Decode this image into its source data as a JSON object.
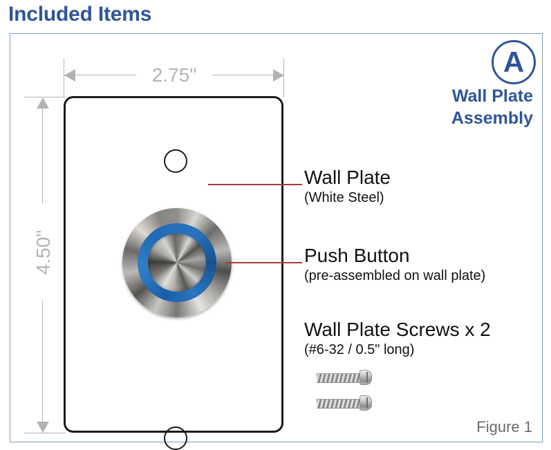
{
  "page": {
    "title": "Included Items"
  },
  "figure": {
    "caption": "Figure 1",
    "badge": {
      "letter": "A",
      "label_line1": "Wall Plate",
      "label_line2": "Assembly"
    },
    "dimensions": {
      "width_label": "2.75\"",
      "height_label": "4.50\""
    },
    "callouts": [
      {
        "name": "wall-plate",
        "main": "Wall Plate",
        "sub": "(White Steel)"
      },
      {
        "name": "push-button",
        "main": "Push Button",
        "sub": "(pre-assembled on wall plate)"
      },
      {
        "name": "wall-plate-screws",
        "main": "Wall Plate Screws x 2",
        "sub": "(#6-32 / 0.5\" long)"
      }
    ],
    "parts": {
      "wall_plate": "wall-plate-outline",
      "mount_hole_top": "mounting-hole",
      "mount_hole_bottom": "mounting-hole",
      "push_button": "illuminated-push-button",
      "screws_count": 2
    }
  },
  "colors": {
    "title_blue": "#2f5597",
    "badge_blue": "#2f5597",
    "dimension_gray": "#b3b3b3",
    "leader_red": "#a83a3a",
    "led_blue": "#1f6bb4",
    "frame_border": "#7f9bb5",
    "caption_gray": "#6b6b6b"
  }
}
